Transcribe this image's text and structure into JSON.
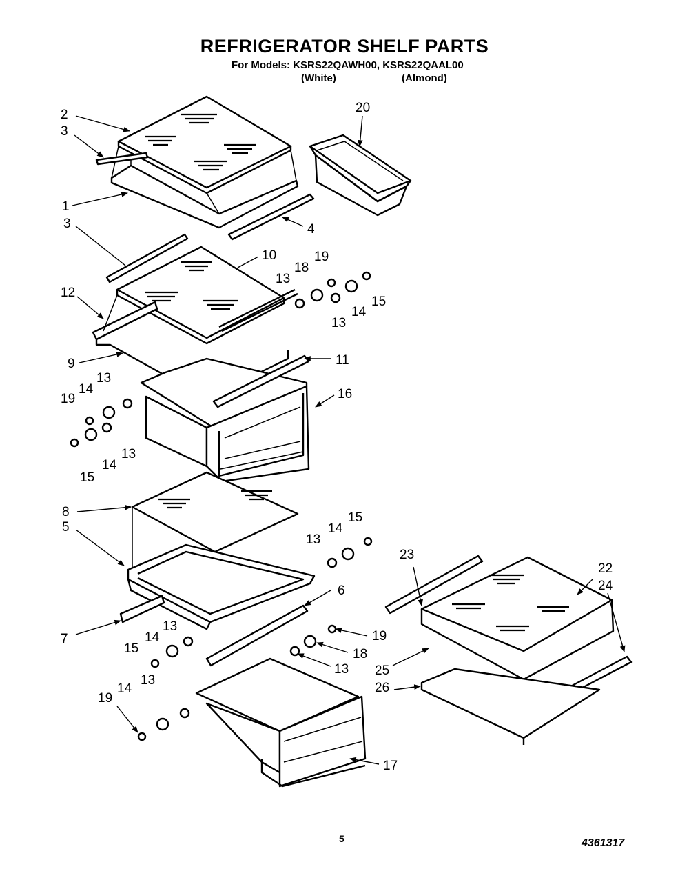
{
  "header": {
    "title": "REFRIGERATOR SHELF PARTS",
    "models_line": "For Models: KSRS22QAWH00, KSRS22QAAL00",
    "variant_white": "(White)",
    "variant_almond": "(Almond)"
  },
  "footer": {
    "page_number": "5",
    "document_number": "4361317"
  },
  "callouts": [
    "2",
    "3",
    "1",
    "3",
    "4",
    "20",
    "10",
    "19",
    "18",
    "13",
    "15",
    "14",
    "13",
    "12",
    "11",
    "9",
    "16",
    "13",
    "14",
    "19",
    "13",
    "14",
    "15",
    "8",
    "5",
    "15",
    "14",
    "13",
    "6",
    "23",
    "22",
    "24",
    "7",
    "13",
    "14",
    "15",
    "19",
    "18",
    "13",
    "25",
    "26",
    "13",
    "14",
    "19",
    "17"
  ],
  "colors": {
    "ink": "#000000",
    "paper": "#ffffff"
  }
}
